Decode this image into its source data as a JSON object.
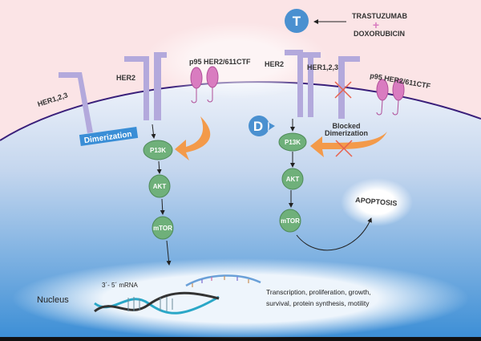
{
  "colors": {
    "extracellular": "#fbe4e6",
    "membrane": "#3a1f7a",
    "receptor": "#b3a9dc",
    "p95": "#d97cc0",
    "node": "#6fb07a",
    "arrow_orange": "#f39a4a",
    "drug": "#4a90d0",
    "block": "#e8614c"
  },
  "left": {
    "her123": "HER1,2,3",
    "her2": "HER2",
    "p95": "p95 HER2/611CTF",
    "dimerization": "Dimerization",
    "pi3k": "P13K",
    "akt": "AKT",
    "mtor": "mTOR"
  },
  "right": {
    "her2": "HER2",
    "her123": "HER1,2,3",
    "p95": "p95 HER2/611CTF",
    "blocked_1": "Blocked",
    "blocked_2": "Dimerization",
    "pi3k": "P13K",
    "akt": "AKT",
    "mtor": "mTOR",
    "apoptosis": "APOPTOSIS"
  },
  "drugs": {
    "t_badge": "T",
    "d_badge": "D",
    "drug1": "TRASTUZUMAB",
    "plus": "+",
    "drug2": "DOXORUBICIN"
  },
  "nucleus": {
    "label": "Nucleus",
    "mrna": "3´- 5´ mRNA",
    "effects_1": "Transcription, proliferation, growth,",
    "effects_2": "survival, protein synthesis, motility"
  }
}
